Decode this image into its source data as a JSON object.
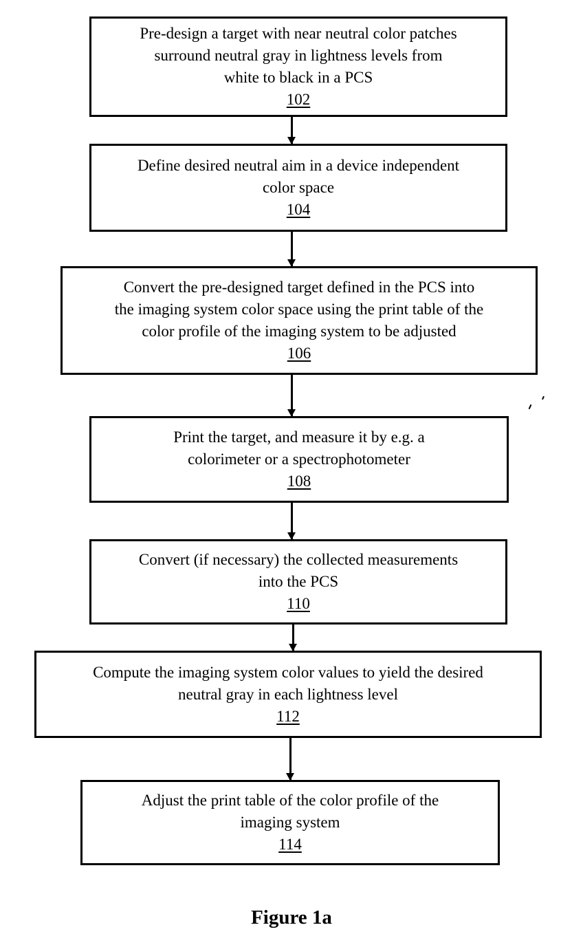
{
  "figure": {
    "caption": "Figure 1a",
    "steps": [
      {
        "lines": [
          "Pre-design a target with near neutral color patches",
          "surround neutral gray in lightness levels from",
          "white to black in a PCS"
        ],
        "ref": "102"
      },
      {
        "lines": [
          "Define desired neutral aim in a device independent",
          "color space"
        ],
        "ref": "104"
      },
      {
        "lines": [
          "Convert the pre-designed target defined in the PCS into",
          "the imaging system color space using the print table of the",
          "color profile of the imaging system to be adjusted"
        ],
        "ref": "106"
      },
      {
        "lines": [
          "Print the target, and measure it by e.g. a",
          "colorimeter or a spectrophotometer"
        ],
        "ref": "108"
      },
      {
        "lines": [
          "Convert (if necessary) the collected measurements",
          "into the PCS"
        ],
        "ref": "110"
      },
      {
        "lines": [
          "Compute the imaging system color values to yield the desired",
          "neutral gray in each lightness level"
        ],
        "ref": "112"
      },
      {
        "lines": [
          "Adjust the print table of the color profile of the",
          "imaging system"
        ],
        "ref": "114"
      }
    ]
  }
}
